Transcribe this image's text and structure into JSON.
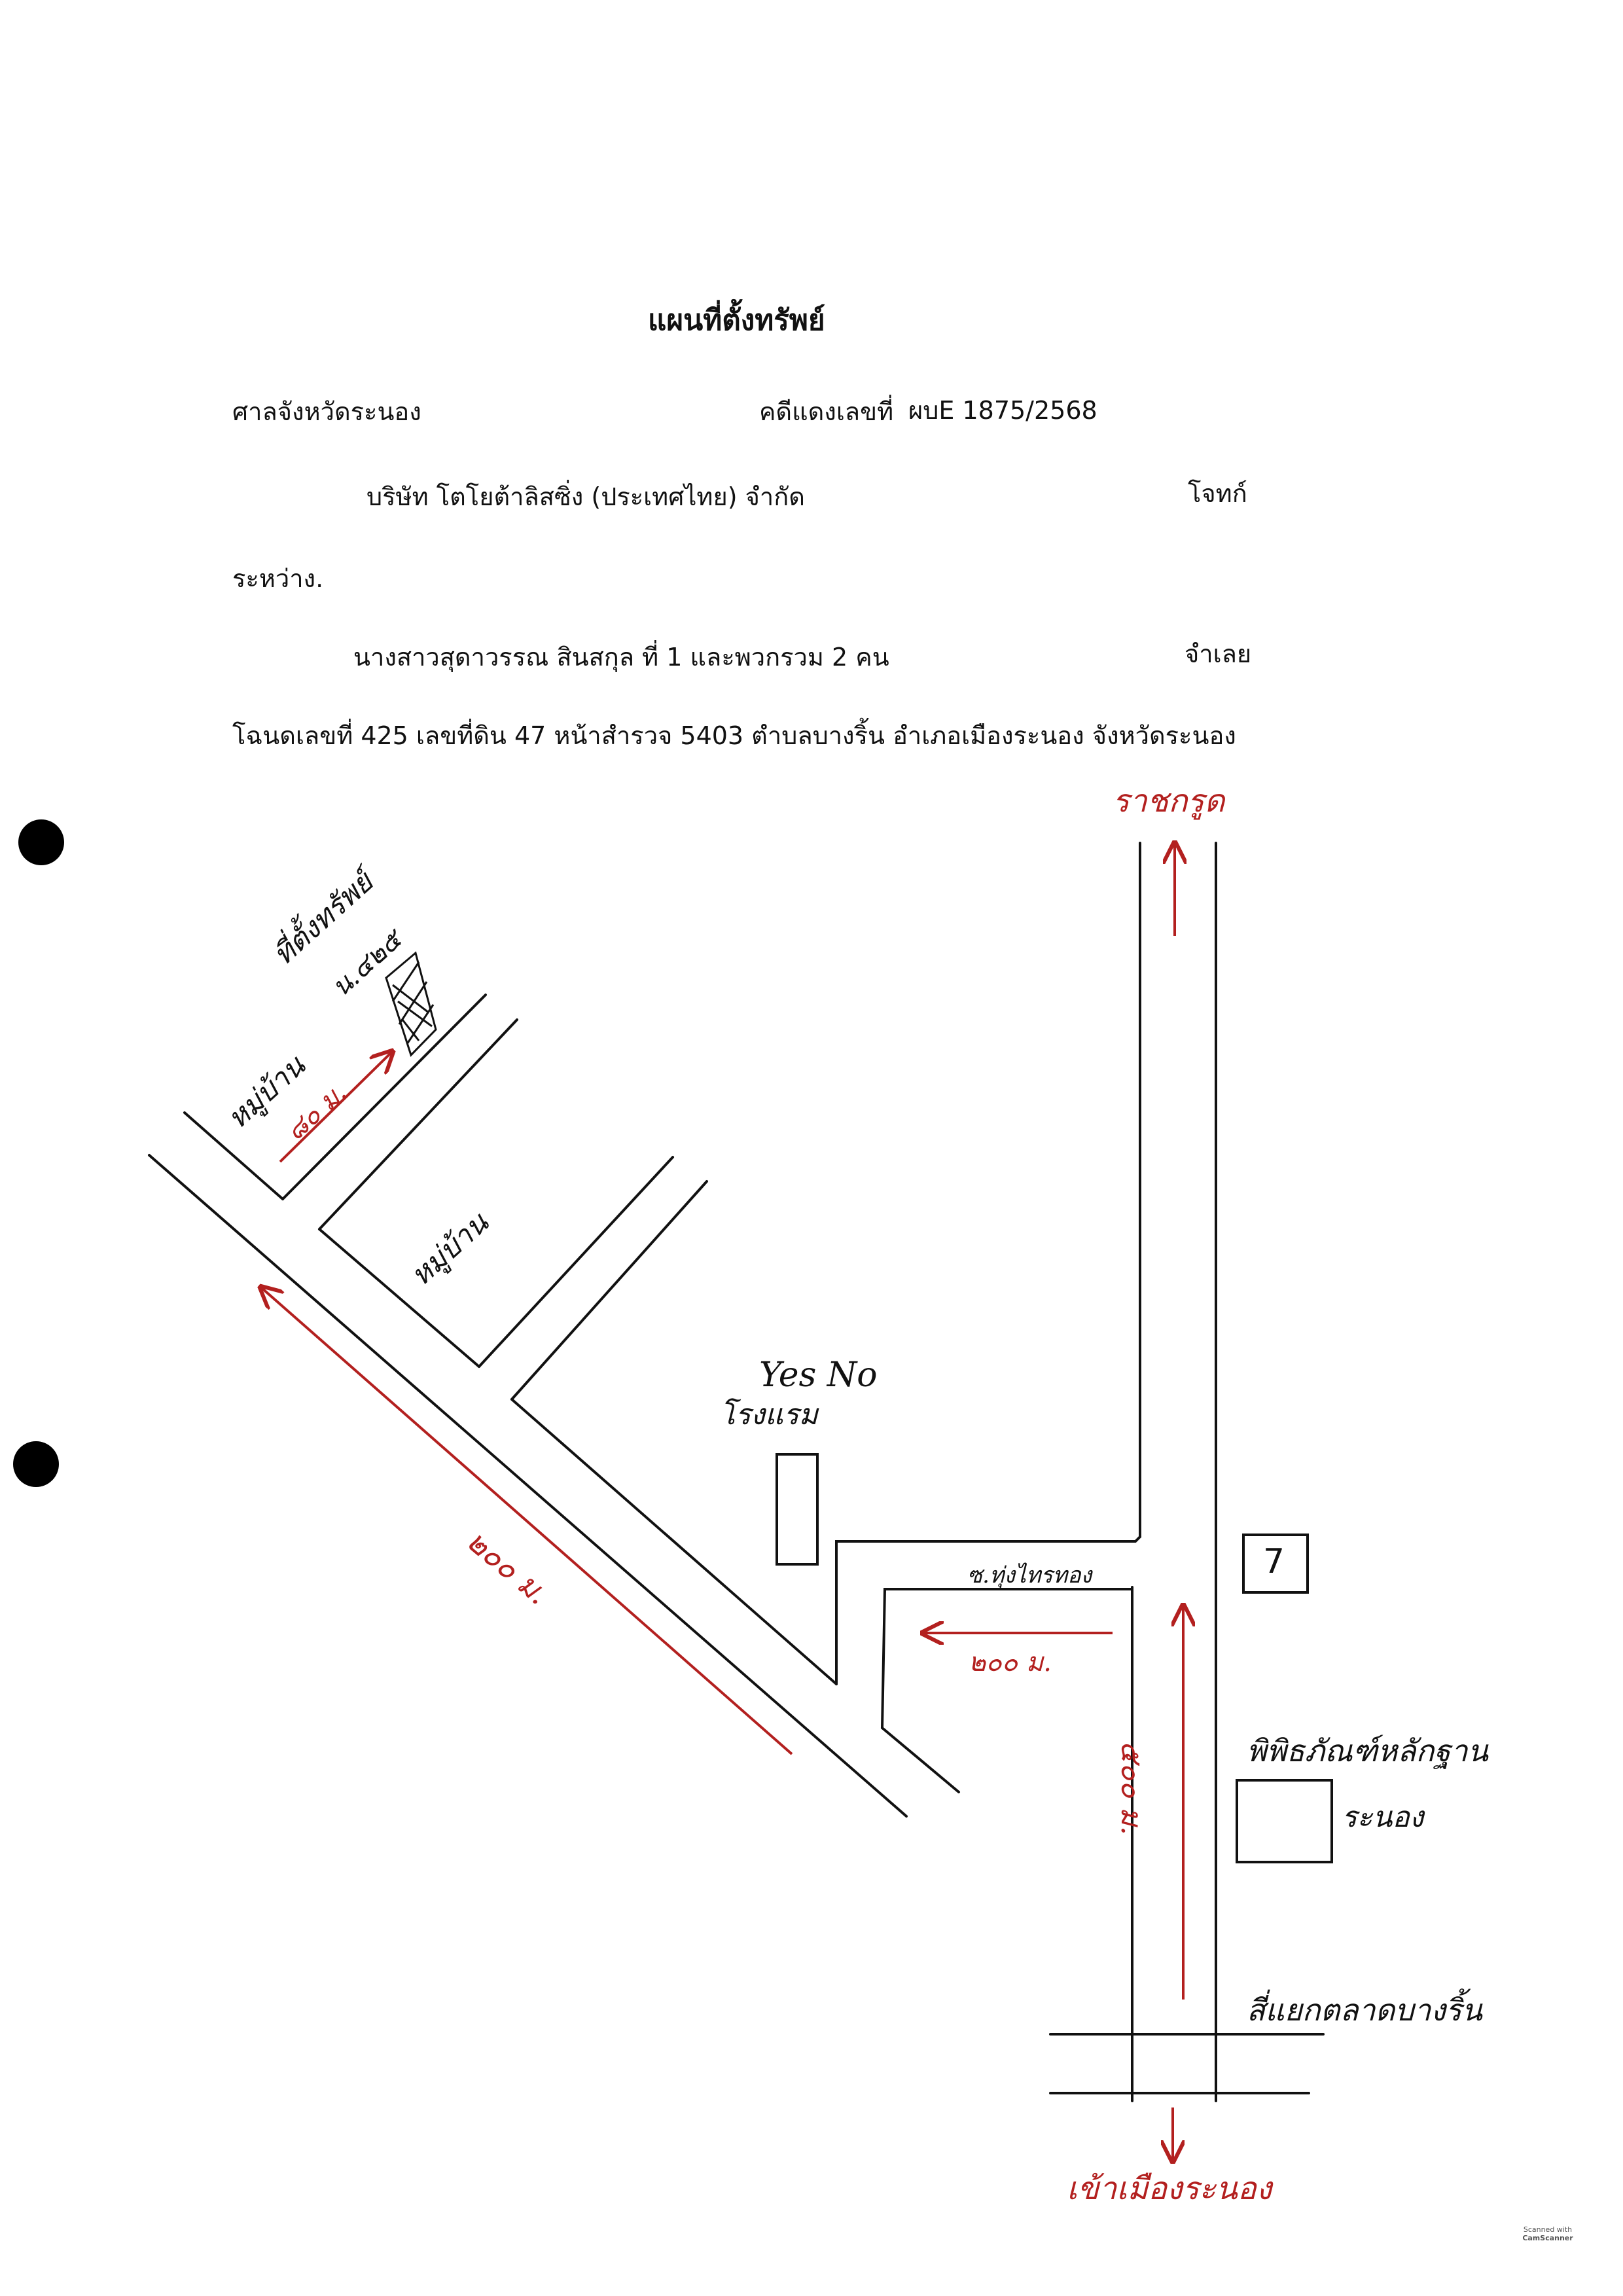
{
  "document": {
    "title": "แผนที่ตั้งทรัพย์",
    "court": "ศาลจังหวัดระนอง",
    "case_label": "คดีแดงเลขที่",
    "case_number": "ผบE 1875/2568",
    "plaintiff": "บริษัท โตโยต้าลิสซิ่ง (ประเทศไทย) จำกัด",
    "plaintiff_role": "โจทก์",
    "between": "ระหว่าง.",
    "defendant": "นางสาวสุดาวรรณ สินสกุล  ที่ 1  และพวกรวม  2 คน",
    "defendant_role": "จำเลย",
    "deed_line": "โฉนดเลขที่  425  เลขที่ดิน  47  หน้าสำรวจ  5403  ตำบลบางริ้น   อำเภอเมืองระนอง   จังหวัดระนอง"
  },
  "map": {
    "to_ratchakrut": "ราชกรูด",
    "property_label": "ที่ตั้งทรัพย์",
    "deed_short": "น.๔๒๕",
    "village_1": "หมู่บ้าน",
    "village_2": "หมู่บ้าน",
    "dist_80": "๘๐ ม.",
    "dist_200_diag": "๒๐๐ ม.",
    "yes_no": "Yes No",
    "hotel": "โรงแรม",
    "soi": "ซ.ทุ่งไทรทอง",
    "dist_200_soi": "๒๐๐ ม.",
    "seven_eleven": "7",
    "dist_500": "๕๐๐ ม.",
    "museum": "พิพิธภัณฑ์หลักฐาน",
    "museum_sub": "ระนอง",
    "intersection": "สี่แยกตลาดบางริ้น",
    "to_city": "เข้าเมืองระนอง"
  },
  "watermark": {
    "line1": "Scanned with",
    "line2": "CamScanner"
  },
  "colors": {
    "ink": "#111111",
    "red_ink": "#b3201f"
  }
}
